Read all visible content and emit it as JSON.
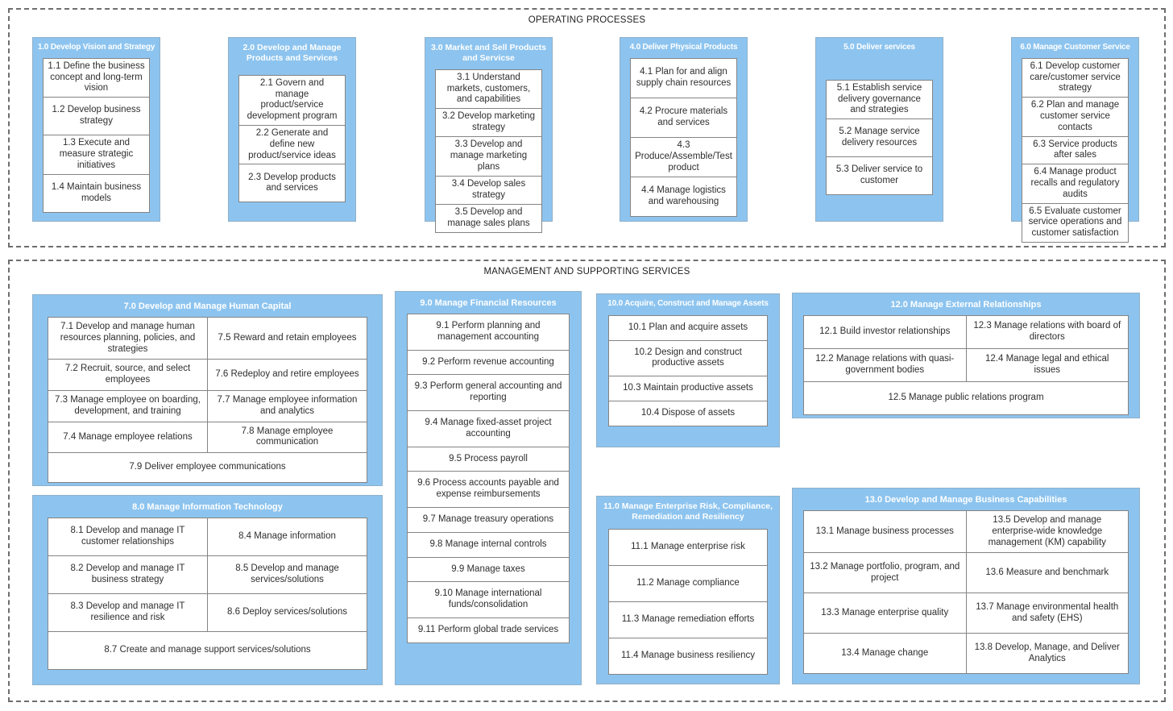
{
  "colors": {
    "box_fill": "#8dc4ef",
    "box_border": "#8fb0ca",
    "cell_border": "#848484",
    "title_text": "#ffffff",
    "cell_text": "#2e2e2e",
    "dashed_border": "#6e6e6e"
  },
  "sections": [
    {
      "title": "OPERATING PROCESSES"
    },
    {
      "title": "MANAGEMENT AND SUPPORTING SERVICES"
    }
  ],
  "boxes": {
    "b1": {
      "title": "1.0 Develop Vision and Strategy",
      "items": [
        "1.1 Define the business concept and long-term vision",
        "1.2 Develop business strategy",
        "1.3 Execute and measure strategic initiatives",
        "1.4 Maintain business models"
      ]
    },
    "b2": {
      "title": "2.0 Develop and Manage Products and Services",
      "items": [
        "2.1 Govern and manage product/service development program",
        "2.2 Generate and define new product/service ideas",
        "2.3 Develop products and services"
      ]
    },
    "b3": {
      "title": "3.0 Market and Sell Products and Servicse",
      "items": [
        "3.1 Understand markets, customers, and capabilities",
        "3.2 Develop marketing strategy",
        "3.3 Develop and manage marketing plans",
        "3.4 Develop sales strategy",
        "3.5 Develop and manage sales plans"
      ]
    },
    "b4": {
      "title": "4.0 Deliver Physical Products",
      "items": [
        "4.1 Plan for and align supply chain resources",
        "4.2 Procure materials and services",
        "4.3 Produce/Assemble/Test product",
        "4.4 Manage logistics and warehousing"
      ]
    },
    "b5": {
      "title": "5.0 Deliver services",
      "items": [
        "5.1 Establish service delivery governance and strategies",
        "5.2 Manage service delivery resources",
        "5.3 Deliver service to customer"
      ]
    },
    "b6": {
      "title": "6.0 Manage Customer Service",
      "items": [
        "6.1 Develop customer care/customer service strategy",
        "6.2 Plan and manage customer service contacts",
        "6.3 Service products after sales",
        "6.4 Manage product recalls and regulatory audits",
        "6.5 Evaluate customer service operations and customer satisfaction"
      ]
    },
    "b7": {
      "title": "7.0 Develop and Manage Human Capital",
      "items": [
        "7.1 Develop and manage human resources planning, policies, and strategies",
        "7.5 Reward and retain employees",
        "7.2 Recruit, source, and select employees",
        "7.6 Redeploy and retire employees",
        "7.3 Manage employee on boarding, development, and training",
        "7.7 Manage employee information and analytics",
        "7.4 Manage employee relations",
        "7.8 Manage employee communication",
        "7.9 Deliver employee communications"
      ]
    },
    "b8": {
      "title": "8.0 Manage Information Technology",
      "items": [
        "8.1 Develop and manage IT customer relationships",
        "8.4 Manage information",
        "8.2 Develop and manage IT business strategy",
        "8.5 Develop and manage services/solutions",
        "8.3 Develop and manage IT resilience and risk",
        "8.6 Deploy services/solutions",
        "8.7 Create and manage support services/solutions"
      ]
    },
    "b9": {
      "title": "9.0 Manage Financial Resources",
      "items": [
        "9.1 Perform planning and management accounting",
        "9.2 Perform revenue accounting",
        "9.3 Perform general accounting and reporting",
        "9.4 Manage fixed-asset project accounting",
        "9.5 Process payroll",
        "9.6 Process accounts payable and expense reimbursements",
        "9.7 Manage treasury operations",
        "9.8 Manage internal controls",
        "9.9 Manage taxes",
        "9.10 Manage international funds/consolidation",
        "9.11 Perform global trade services"
      ]
    },
    "b10": {
      "title": "10.0 Acquire, Construct and Manage Assets",
      "items": [
        "10.1 Plan and acquire assets",
        "10.2 Design and construct productive assets",
        "10.3 Maintain productive assets",
        "10.4 Dispose of assets"
      ]
    },
    "b11": {
      "title": "11.0 Manage Enterprise Risk, Compliance, Remediation and Resiliency",
      "items": [
        "11.1 Manage enterprise risk",
        "11.2 Manage compliance",
        "11.3 Manage remediation efforts",
        "11.4 Manage business resiliency"
      ]
    },
    "b12": {
      "title": "12.0 Manage External Relationships",
      "items": [
        "12.1 Build investor relationships",
        "12.3 Manage relations with board of directors",
        "12.2 Manage relations with quasi-government bodies",
        "12.4 Manage legal and ethical issues",
        "12.5 Manage public relations program"
      ]
    },
    "b13": {
      "title": "13.0 Develop and Manage Business Capabilities",
      "items": [
        "13.1 Manage business processes",
        "13.5 Develop and manage enterprise-wide knowledge management (KM) capability",
        "13.2 Manage portfolio, program, and project",
        "13.6 Measure and benchmark",
        "13.3 Manage enterprise quality",
        "13.7 Manage environmental health and safety (EHS)",
        "13.4 Manage change",
        "13.8 Develop, Manage, and Deliver Analytics"
      ]
    }
  }
}
